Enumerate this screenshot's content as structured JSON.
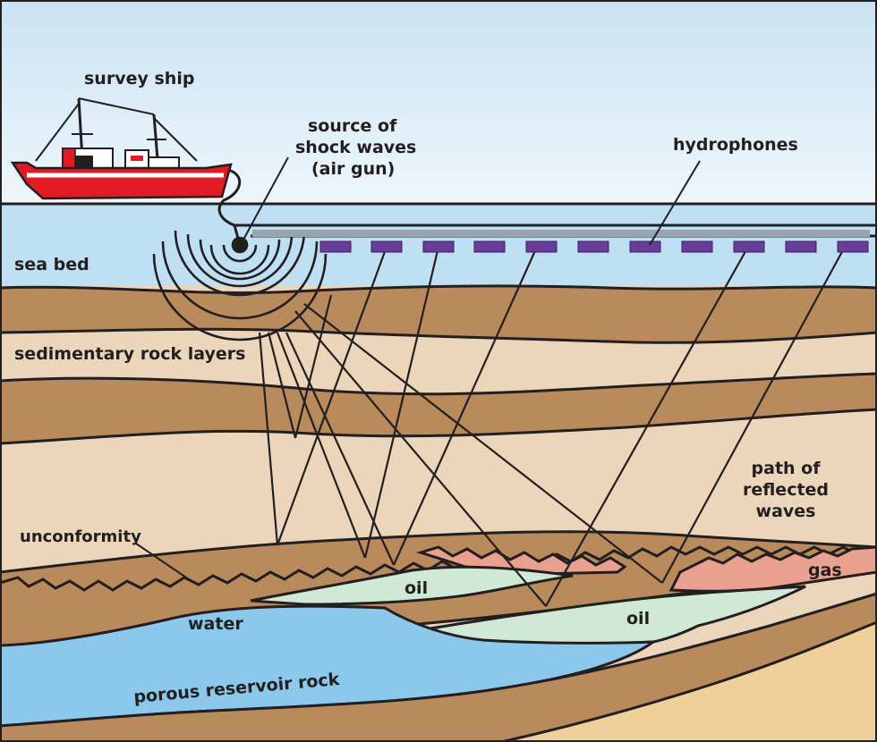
{
  "labels": {
    "survey_ship": "survey ship",
    "source_line1": "source of",
    "source_line2": "shock waves",
    "source_line3": "(air gun)",
    "hydrophones": "hydrophones",
    "sea_bed": "sea bed",
    "sedimentary": "sedimentary rock layers",
    "path_line1": "path of",
    "path_line2": "reflected",
    "path_line3": "waves",
    "unconformity": "unconformity",
    "gas": "gas",
    "oil_left": "oil",
    "oil_right": "oil",
    "water": "water",
    "porous": "porous reservoir rock"
  },
  "colors": {
    "sky": "#cfe6f5",
    "sea": "#bfe0f3",
    "rock_dark": "#b98a5c",
    "rock_light": "#ecd6bb",
    "sand": "#efcf9a",
    "oil": "#cfe9d6",
    "gas": "#e9a08f",
    "water": "#8cc7ec",
    "ship_hull": "#e01b24",
    "hydrophone": "#6a3d9a",
    "line": "#231f20"
  }
}
